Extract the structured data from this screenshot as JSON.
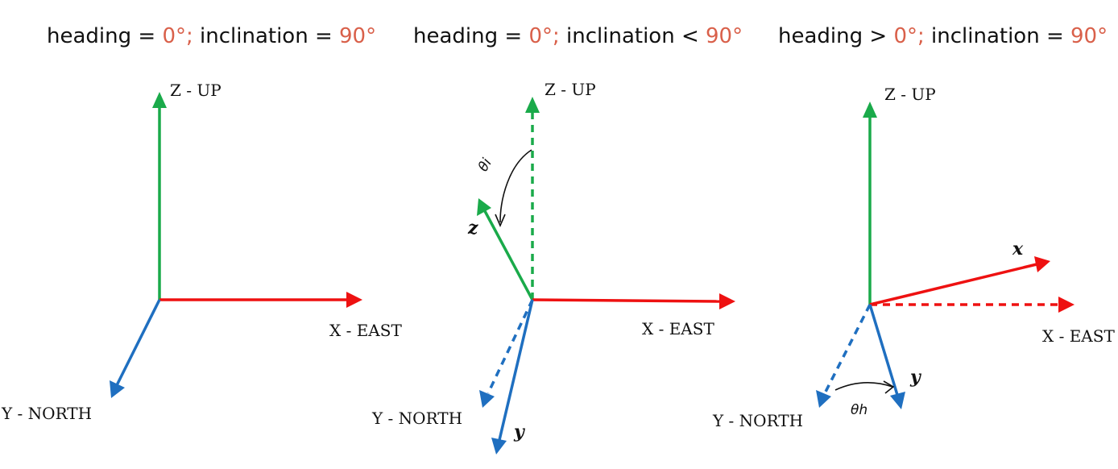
{
  "colors": {
    "up": "#1aaa4a",
    "east": "#ee1111",
    "north": "#1f6fc0",
    "highlight": "#d9604a",
    "text": "#111111"
  },
  "panels": [
    {
      "title": {
        "prefix": "heading = ",
        "heading": "0°;",
        "middle": " inclination = ",
        "inclination": "90°"
      },
      "labels": {
        "up": "Z - UP",
        "east": "X - EAST",
        "north": "Y - NORTH"
      }
    },
    {
      "title": {
        "prefix": "heading = ",
        "heading": "0°;",
        "middle": " inclination < ",
        "inclination": "90°"
      },
      "labels": {
        "up": "Z - UP",
        "east": "X - EAST",
        "north": "Y - NORTH",
        "z": "z",
        "y": "y",
        "angle": "θi"
      }
    },
    {
      "title": {
        "prefix": "heading > ",
        "heading": "0°;",
        "middle": " inclination = ",
        "inclination": "90°"
      },
      "labels": {
        "up": "Z - UP",
        "east": "X - EAST",
        "north": "Y - NORTH",
        "x": "x",
        "y": "y",
        "angle": "θh"
      }
    }
  ]
}
